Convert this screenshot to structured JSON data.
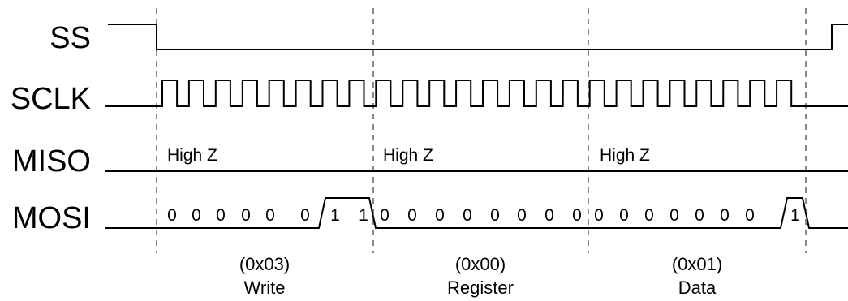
{
  "signals": {
    "ss": "SS",
    "sclk": "SCLK",
    "miso": "MISO",
    "mosi": "MOSI"
  },
  "miso_state": [
    "High Z",
    "High Z",
    "High Z"
  ],
  "bytes": [
    {
      "bits": [
        "0",
        "0",
        "0",
        "0",
        "0",
        "0",
        "1",
        "1"
      ],
      "caption_value": "(0x03)",
      "caption_label": "Write"
    },
    {
      "bits": [
        "0",
        "0",
        "0",
        "0",
        "0",
        "0",
        "0",
        "0"
      ],
      "caption_value": "(0x00)",
      "caption_label": "Register"
    },
    {
      "bits": [
        "0",
        "0",
        "0",
        "0",
        "0",
        "0",
        "0",
        "1"
      ],
      "caption_value": "(0x01)",
      "caption_label": "Data"
    }
  ]
}
